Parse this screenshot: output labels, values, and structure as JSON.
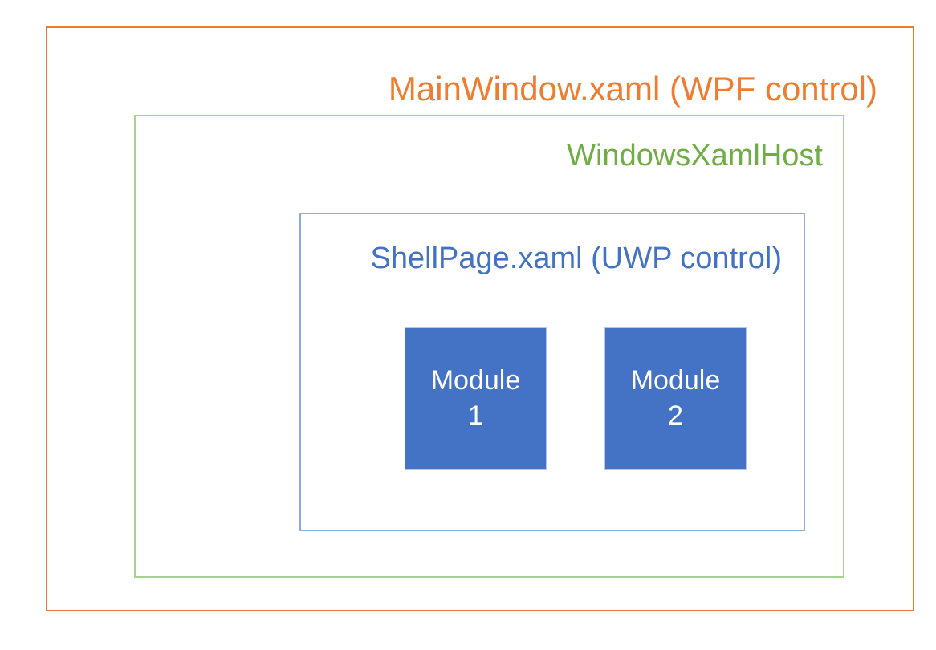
{
  "diagram": {
    "type": "nested-architecture-boxes",
    "layers": [
      {
        "id": "mainwindow",
        "title": "MainWindow.xaml (WPF control)",
        "color": "#ED7D31",
        "border_color": "#ED7D31"
      },
      {
        "id": "windowsxamlhost",
        "title": "WindowsXamlHost",
        "color": "#70AD47",
        "border_color": "#A9D18E"
      },
      {
        "id": "shellpage",
        "title": "ShellPage.xaml (UWP control)",
        "color": "#4472C4",
        "border_color": "#8FAADC"
      }
    ],
    "modules": [
      {
        "name": "Module",
        "number": "1",
        "fill": "#4472C4",
        "text_color": "#FFFFFF"
      },
      {
        "name": "Module",
        "number": "2",
        "fill": "#4472C4",
        "text_color": "#FFFFFF"
      }
    ]
  }
}
